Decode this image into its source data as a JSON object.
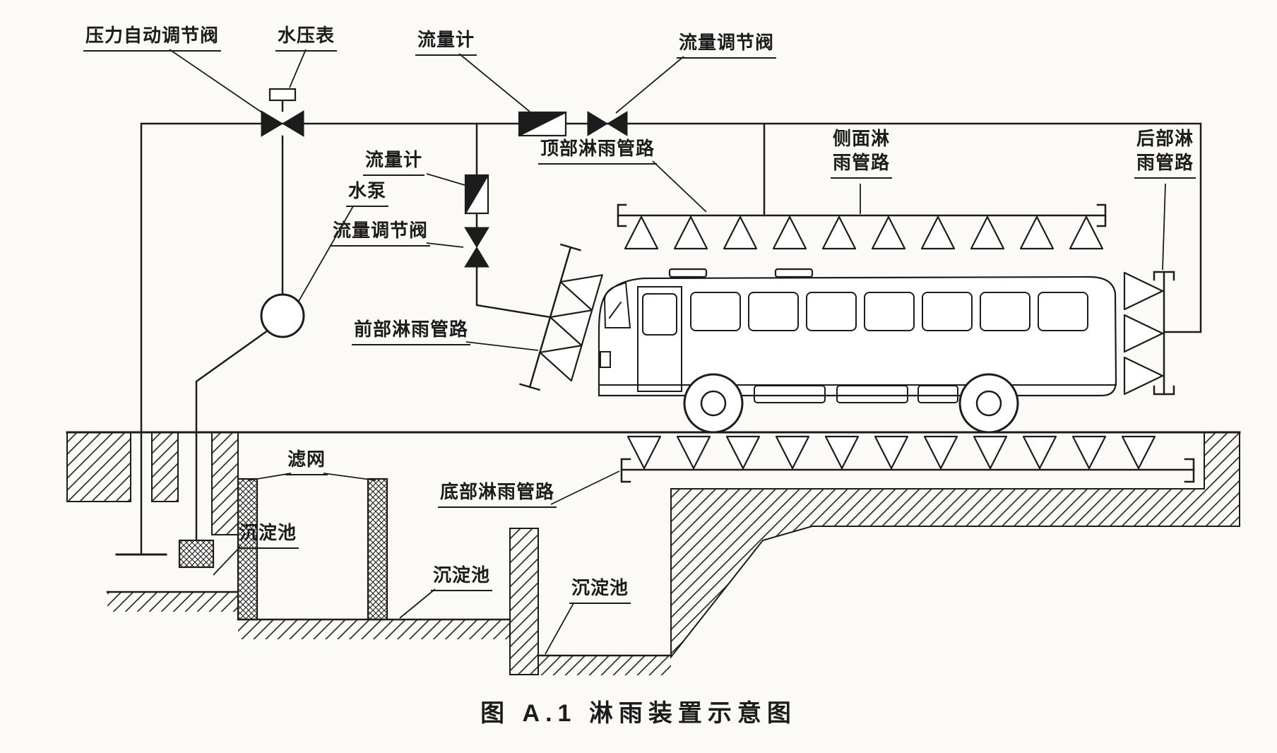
{
  "figure": {
    "caption": "图 A.1  淋雨装置示意图"
  },
  "labels": {
    "pressure_valve": "压力自动调节阀",
    "pressure_gauge": "水压表",
    "flow_meter_top": "流量计",
    "flow_valve_top": "流量调节阀",
    "flow_meter_branch": "流量计",
    "pump": "水泵",
    "flow_valve_branch": "流量调节阀",
    "top_spray_pipe": "顶部淋雨管路",
    "side_spray_pipe": "侧面淋\n雨管路",
    "rear_spray_pipe": "后部淋\n雨管路",
    "front_spray_pipe": "前部淋雨管路",
    "filter_screen": "滤网",
    "settling_tank_1": "沉淀池",
    "settling_tank_2": "沉淀池",
    "settling_tank_3": "沉淀池",
    "bottom_spray_pipe": "底部淋雨管路"
  },
  "colors": {
    "ink": "#1c1c1c",
    "paper": "#fbfaf7"
  }
}
